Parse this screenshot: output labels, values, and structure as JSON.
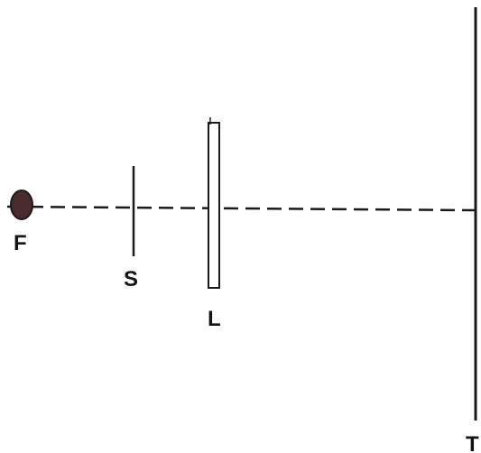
{
  "labels": {
    "source": "F",
    "slit": "S",
    "lens": "L",
    "screen": "T"
  },
  "colors": {
    "ink": "#1a1a1a",
    "source_fill": "#4a2c2c",
    "background": "#ffffff"
  }
}
